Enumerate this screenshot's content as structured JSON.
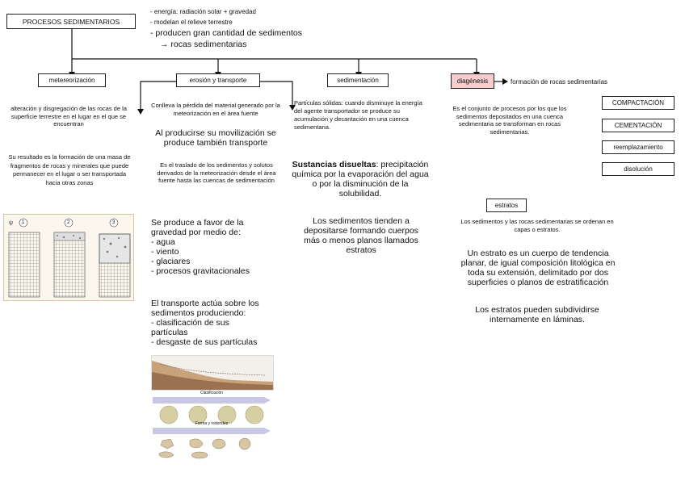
{
  "top": {
    "title": "PROCESOS SEDIMENTARIOS",
    "notes": [
      "- energía: radiación solar + gravedad",
      "- modelan el relieve terrestre",
      "- producen gran cantidad de sedimentos",
      "→ rocas sedimentarias"
    ]
  },
  "branches": {
    "meteo": "metereorización",
    "erosion": "erosión y transporte",
    "sedim": "sedimentación",
    "diag": "diagénesis",
    "diag_arrow_label": "formación de rocas sedimentarias"
  },
  "meteo": {
    "p1": "alteración y disgregación de las rocas de la superficie terrestre en el lugar en el que se encuentran",
    "p2": "Su resultado es la formación de una masa de fragmentos de rocas y minerales que puede permanecer en el lugar o ser transportada hacia otras zonas",
    "panel_nums": [
      "1",
      "2",
      "3"
    ]
  },
  "erosion": {
    "p1": "Conlleva la pérdida del material generado por la meteorización en el área fuente",
    "p2": "Al producirse su movilización se produce también transporte",
    "p3": "Es el traslado de los sedimentos y solutos derivados de la meteorización desde el área fuente hasta las cuencas de sedimentación",
    "p4_lines": [
      "Se produce a favor de la",
      "gravedad por medio de:",
      "- agua",
      "- viento",
      "- glaciares",
      "- procesos gravitacionales"
    ],
    "p5_lines": [
      "El transporte actúa sobre los",
      "sedimentos produciendo:",
      "- clasificación de sus",
      "partículas",
      "- desgaste de sus partículas"
    ],
    "fig_labels": {
      "clasificacion": "Clasificación",
      "forma": "Forma y redondez"
    }
  },
  "sedim": {
    "p1": "Partículas sólidas: cuando disminuye la energía del agente transportador se produce su acumulación y decantación en una cuenca sedimentaria.",
    "p2_title": "Sustancias disueltas",
    "p2_rest": ": precipitación química por la evaporación del agua o por la disminución de la solubilidad.",
    "p3": "Los sedimentos tienden a depositarse formando cuerpos más o menos planos llamados estratos"
  },
  "diag": {
    "p1": "Es el conjunto de procesos por los que los sedimentos depositados en una cuenca sedimentaria se transforman en rocas sedimentarias.",
    "procesos": [
      "COMPACTACIÓN",
      "CEMENTACIÓN",
      "reemplazamiento",
      "disolución"
    ],
    "estratos_label": "estratos",
    "estratos_p1": "Los sedimentos y las rocas sedimentarias se ordenan en capas o estratos.",
    "estratos_p2": "Un estrato es un cuerpo de tendencia planar, de igual composición litológica en toda su extensión, delimitado por dos superficies o planos de estratificación",
    "estratos_p3": "Los estratos pueden subdividirse internamente en láminas."
  },
  "colors": {
    "diag_fill": "#f6cccc",
    "line": "#111111"
  }
}
